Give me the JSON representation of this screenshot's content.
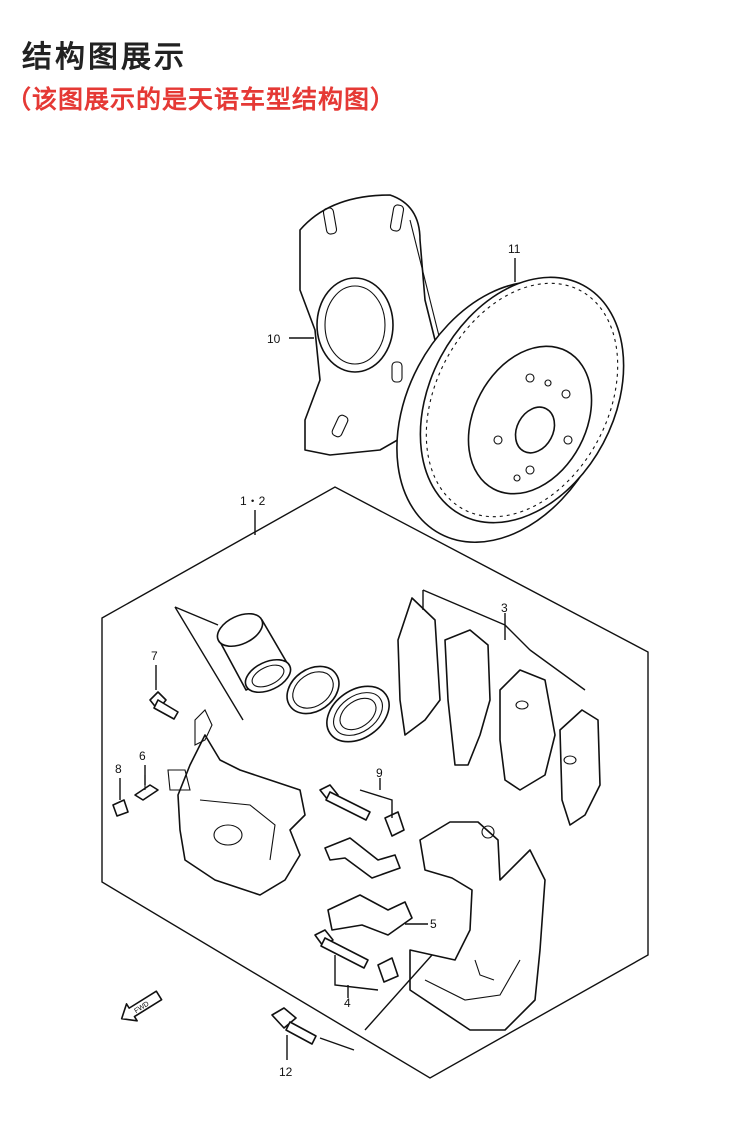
{
  "header": {
    "title": "结构图展示",
    "subtitle": "（该图展示的是天语车型结构图）"
  },
  "callouts": {
    "c1": "1・2",
    "c3": "3",
    "c4": "4",
    "c5": "5",
    "c6": "6",
    "c7": "7",
    "c8": "8",
    "c9": "9",
    "c10": "10",
    "c11": "11",
    "c12": "12"
  },
  "fwd_label": "FWD",
  "colors": {
    "subtitle": "#e53935",
    "line": "#111111"
  }
}
